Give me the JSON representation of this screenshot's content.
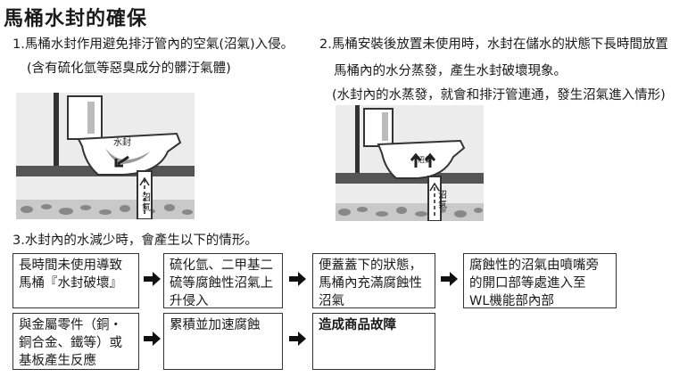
{
  "title": "馬桶水封的確保",
  "section1": {
    "line1": "1.馬桶水封作用避免排汙管內的空氣(沼氣)入侵。",
    "line2": "(含有硫化氫等惡臭成分的髒汙氣體)",
    "figure": {
      "water_label": "水封",
      "gas_label": "沼氣"
    }
  },
  "section2": {
    "line1": "2.馬桶安裝後放置未使用時，水封在儲水的狀態下長時間放置",
    "line2": "馬桶內的水分蒸發，產生水封破壞現象。",
    "line3": "(水封內的水蒸發，就會和排汙管連通，發生沼氣進入情形)",
    "figure": {
      "gas_label_top": "沼氣",
      "gas_label_bottom": "沼氣"
    }
  },
  "section3": {
    "heading": "3.水封內的水減少時，會產生以下的情形。",
    "row1": [
      "長時間未使用導致\n馬桶『水封破壞』",
      "硫化氫、二甲基二\n硫等腐蝕性沼氣上\n升侵入",
      "便蓋蓋下的狀態，\n馬桶內充滿腐蝕性\n沼氣",
      "腐蝕性的沼氣由噴嘴旁\n的開口部等處進入至\nWL機能部內部"
    ],
    "row2": [
      "與金屬零件（銅・\n銅合金、鐵等）或\n基板產生反應",
      "累積並加速腐蝕",
      "造成商品故障"
    ]
  }
}
